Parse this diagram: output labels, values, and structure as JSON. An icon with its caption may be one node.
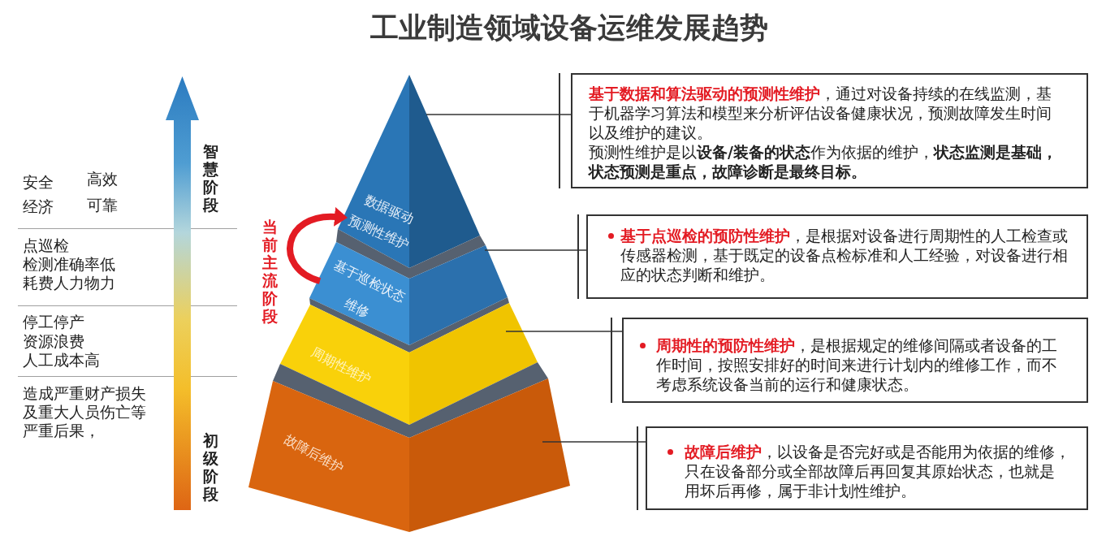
{
  "diagram": {
    "title": "工业制造领域设备运维发展趋势",
    "nodes": [
      {
        "text": [
          "数据驱动预测性维护"
        ]
      },
      {
        "text": [
          "基于巡检状态维修"
        ]
      },
      {
        "text": [
          "周期性维护"
        ]
      },
      {
        "text": [
          "故障后维护"
        ]
      },
      {
        "text": [
          "**基于数据和算法驱动的预测性维护**，通过对设备持续的在线监测，基于机器学习算法和模型来分析评估设备健康状况，预测故障发生时间以及维护的建议。",
          "预测性维护是以**设备/装备的状态**作为依据的维护，**状态监测是基础，状态预测是重点，故障诊断是最终目标。**"
        ]
      },
      {
        "text": [
          "**基于点巡检的预防性维护**，是根据对设备进行周期性的人工检查或传感器检测，基于既定的设备点检标准和人工经验，对设备进行相应的状态判断和维护。"
        ]
      },
      {
        "text": [
          "**周期性的预防性维护**，是根据规定的维修间隔或者设备的工作时间，按照安排好的时间来进行计划内的维修工作，而不考虑系统设备当前的运行和健康状态。"
        ]
      },
      {
        "text": [
          "**故障后维护**，以设备是否完好或是否能用为依据的维修，只在设备部分或全部故障后再回复其原始状态，也就是用坏后再修，属于非计划性维护。"
        ]
      }
    ],
    "edges": [
      {
        "from": 4,
        "to": 0,
        "arrow": "none"
      },
      {
        "from": 5,
        "to": 1,
        "arrow": "none"
      },
      {
        "from": 6,
        "to": 2,
        "arrow": "none"
      },
      {
        "from": 7,
        "to": 3,
        "arrow": "none"
      },
      {
        "from": 1,
        "to": 0,
        "arrow": "to",
        "style": "thick",
        "color": "#e31b23"
      }
    ],
    "labels": [
      "智慧阶段",
      "安全",
      "高效",
      "经济",
      "可靠",
      "当前主流阶段",
      "点巡检",
      "检测准确率低",
      "耗费人力物力",
      "停工停产",
      "资源浪费",
      "人工成本高",
      "造成严重财产损失及重大人员伤亡等严重后果，",
      "初级阶段"
    ]
  }
}
